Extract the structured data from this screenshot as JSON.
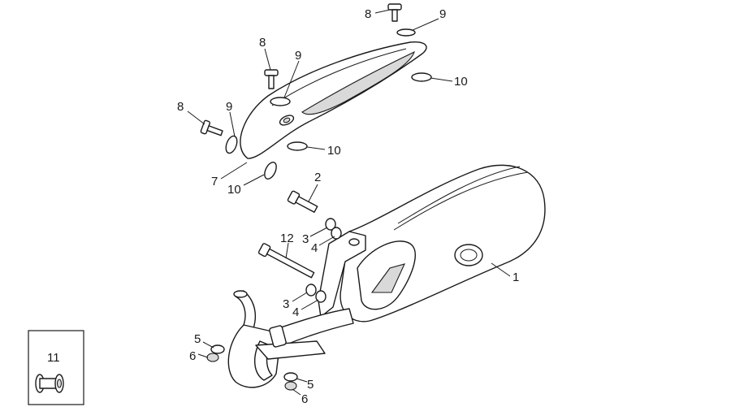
{
  "callouts": {
    "c1": "1",
    "c2": "2",
    "c3a": "3",
    "c3b": "3",
    "c4a": "4",
    "c4b": "4",
    "c5a": "5",
    "c5b": "5",
    "c6a": "6",
    "c6b": "6",
    "c7": "7",
    "c8a": "8",
    "c8b": "8",
    "c8c": "8",
    "c9a": "9",
    "c9b": "9",
    "c9c": "9",
    "c10a": "10",
    "c10b": "10",
    "c10c": "10",
    "c11": "11",
    "c12": "12"
  },
  "colors": {
    "line": "#1a1a1a",
    "fill": "#ffffff",
    "shade": "#d9d9d9"
  }
}
